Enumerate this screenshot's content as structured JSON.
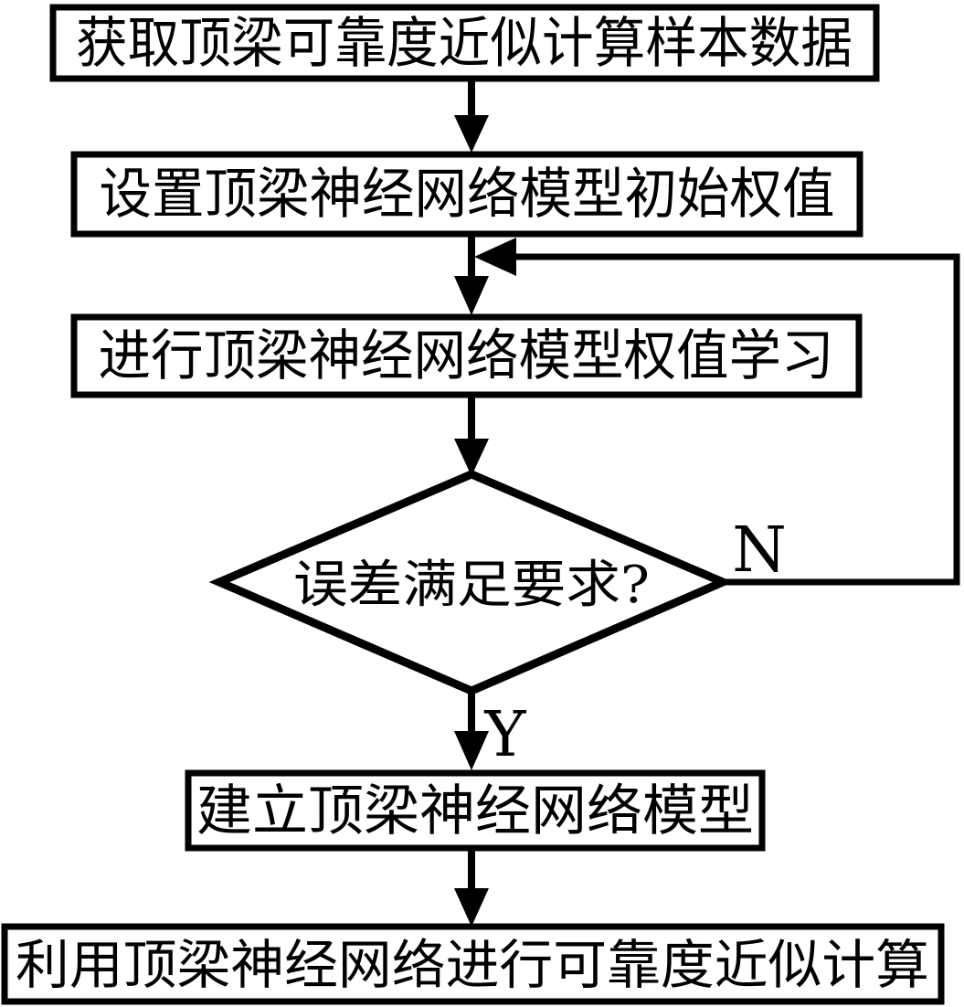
{
  "diagram": {
    "type": "flowchart",
    "background_color": "#ffffff",
    "line_color": "#000000",
    "nodes": [
      {
        "id": "step-acquire-samples",
        "shape": "rect",
        "label": "获取顶梁可靠度近似计算样本数据"
      },
      {
        "id": "step-init-weights",
        "shape": "rect",
        "label": "设置顶梁神经网络模型初始权值"
      },
      {
        "id": "step-weight-learning",
        "shape": "rect",
        "label": "进行顶梁神经网络模型权值学习"
      },
      {
        "id": "decision-error",
        "shape": "diamond",
        "label": "误差满足要求?"
      },
      {
        "id": "step-build-model",
        "shape": "rect",
        "label": "建立顶梁神经网络模型"
      },
      {
        "id": "step-apply-network",
        "shape": "rect",
        "label": "利用顶梁神经网络进行可靠度近似计算"
      }
    ],
    "edge_labels": {
      "no": "N",
      "yes": "Y"
    }
  }
}
